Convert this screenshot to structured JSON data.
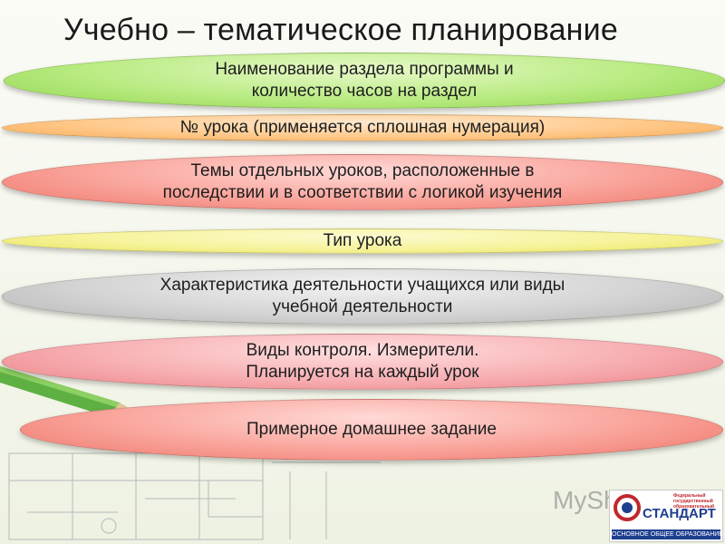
{
  "title": "Учебно – тематическое планирование",
  "items": [
    {
      "text": "Наименование раздела программы и количество часов на раздел",
      "lines": [
        "Наименование раздела программы и",
        "количество часов на раздел"
      ],
      "color": "#a5e26a"
    },
    {
      "text": "№ урока (применяется сплошная нумерация)",
      "lines": [
        "№ урока (применяется сплошная нумерация)"
      ],
      "color": "#ffc98b"
    },
    {
      "text": "Темы отдельных уроков, расположенные в последствии и в соответствии с логикой изучения",
      "lines": [
        "Темы отдельных уроков, расположенные в",
        "последствии и в соответствии с логикой изучения"
      ],
      "color": "#f9a39a"
    },
    {
      "text": "Тип урока",
      "lines": [
        "Тип урока"
      ],
      "color": "#f6f39a"
    },
    {
      "text": "Характеристика деятельности учащихся или виды учебной деятельности",
      "lines": [
        "Характеристика деятельности учащихся или виды",
        "учебной деятельности"
      ],
      "color": "#d4d4d4"
    },
    {
      "text": "Виды контроля. Измерители. Планируется на каждый урок",
      "lines": [
        "Виды контроля. Измерители.",
        "Планируется на каждый урок"
      ],
      "color": "#f7aeb1"
    },
    {
      "text": "Примерное домашнее задание",
      "lines": [
        "Примерное домашнее задание"
      ],
      "color": "#f9a39a"
    }
  ],
  "watermark": "MyShared",
  "logo": {
    "brand": "СТАНДАРТ",
    "lines": "Федеральный\nгосударственный\nобразовательный",
    "footer": "ОСНОВНОЕ ОБЩЕЕ ОБРАЗОВАНИЕ"
  }
}
